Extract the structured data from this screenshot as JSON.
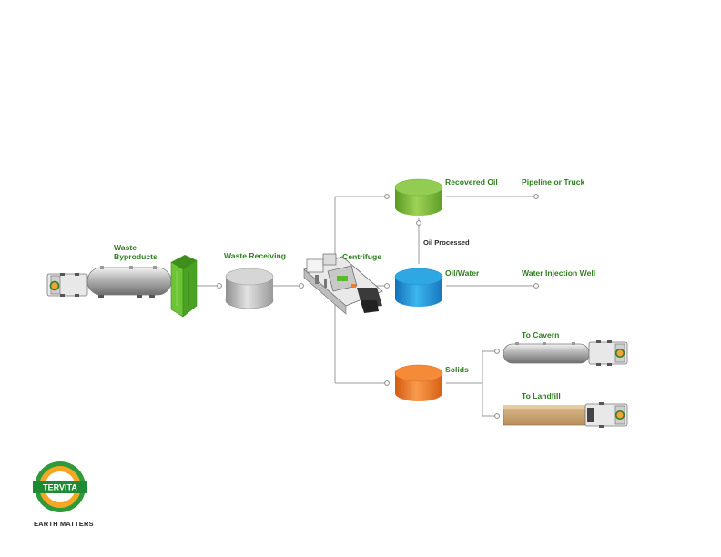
{
  "labels": {
    "waste_byproducts": "Waste\nByproducts",
    "waste_receiving": "Waste Receiving",
    "centrifuge": "Centrifuge",
    "recovered_oil": "Recovered Oil",
    "pipeline_or_truck": "Pipeline or Truck",
    "oil_processed": "Oil Processed",
    "oil_water": "Oil/Water",
    "water_injection_well": "Water Injection Well",
    "solids": "Solids",
    "to_cavern": "To Cavern",
    "to_landfill": "To Landfill"
  },
  "logo": {
    "name": "TERVITA",
    "tagline": "EARTH MATTERS"
  },
  "colors": {
    "label_green": "#2e7d1f",
    "recovered_oil_tank": "#8cc63f",
    "oil_water_tank": "#29a8e0",
    "solids_tank": "#f47b20",
    "receiving_tank": "#c8c8c8",
    "hopper": "#5cb82e",
    "connector_line": "#9a9a9a"
  },
  "icons": [
    "tanker-truck-icon",
    "hopper-icon",
    "centrifuge-machine-icon",
    "flatbed-truck-icon",
    "tervita-logo-icon"
  ]
}
